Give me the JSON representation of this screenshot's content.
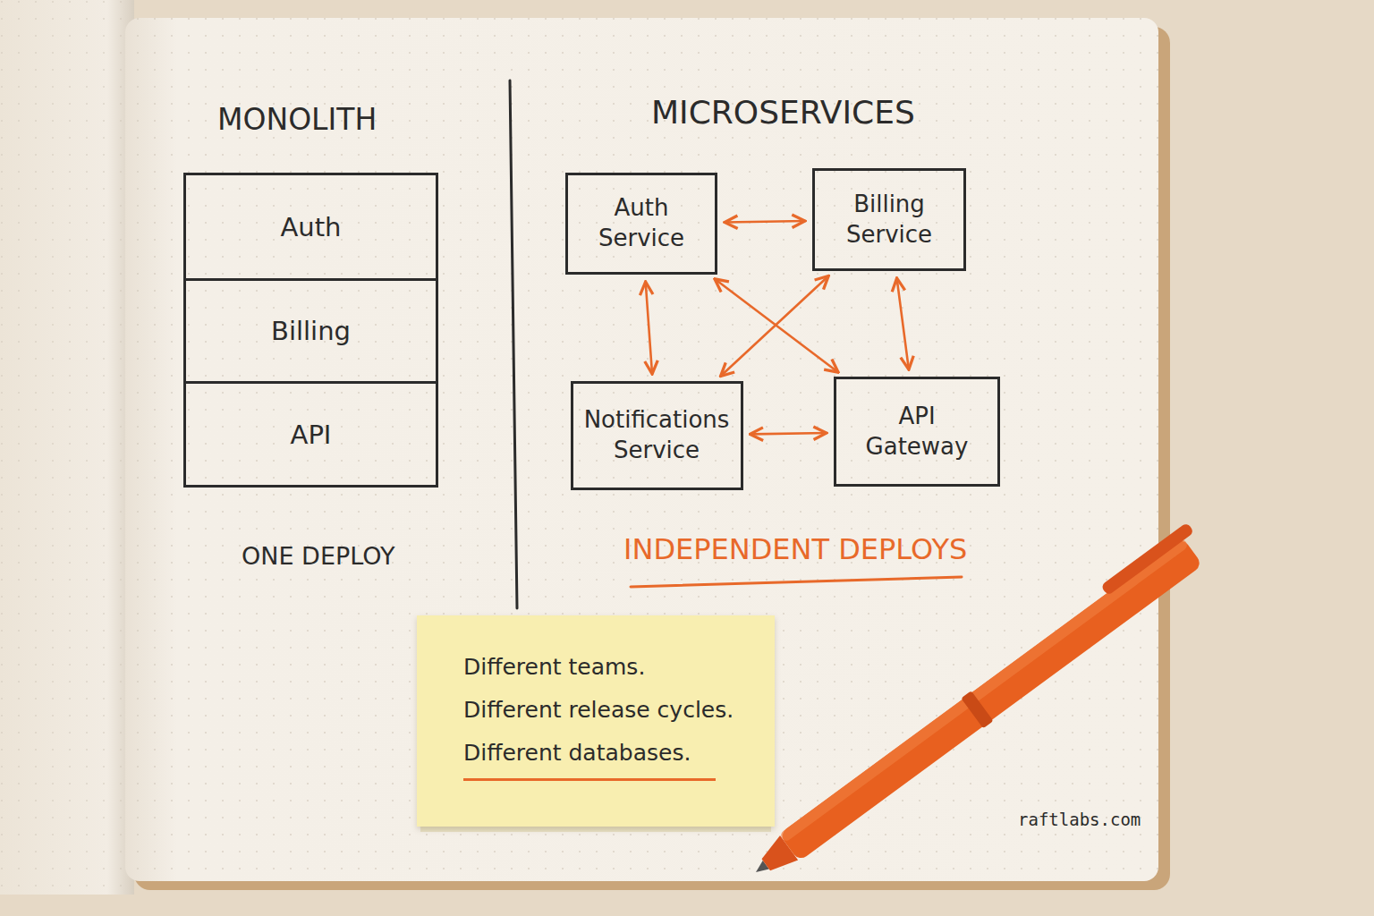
{
  "diagram": {
    "nodes": [
      {
        "text": [
          "MONOLITH"
        ]
      },
      {
        "text": [
          "Auth"
        ],
        "in": 0
      },
      {
        "text": [
          "Billing"
        ],
        "in": 0
      },
      {
        "text": [
          "API"
        ],
        "in": 0
      },
      {
        "text": [
          "Auth Service"
        ]
      },
      {
        "text": [
          "Billing Service"
        ]
      },
      {
        "text": [
          "Notifications Service"
        ]
      },
      {
        "text": [
          "API Gateway"
        ]
      },
      {
        "text": [
          "Different teams.",
          "Different release cycles.",
          "Different databases."
        ]
      }
    ],
    "edges": [
      {
        "from": 4,
        "to": 5,
        "arrow": "both"
      },
      {
        "from": 4,
        "to": 6,
        "arrow": "both"
      },
      {
        "from": 5,
        "to": 7,
        "arrow": "both"
      },
      {
        "from": 6,
        "to": 7,
        "arrow": "both"
      },
      {
        "from": 4,
        "to": 7,
        "arrow": "both"
      },
      {
        "from": 5,
        "to": 6,
        "arrow": "both"
      }
    ],
    "labels": [
      "MICROSERVICES",
      "ONE DEPLOY",
      "INDEPENDENT DEPLOYS",
      "raftlabs.com"
    ]
  }
}
